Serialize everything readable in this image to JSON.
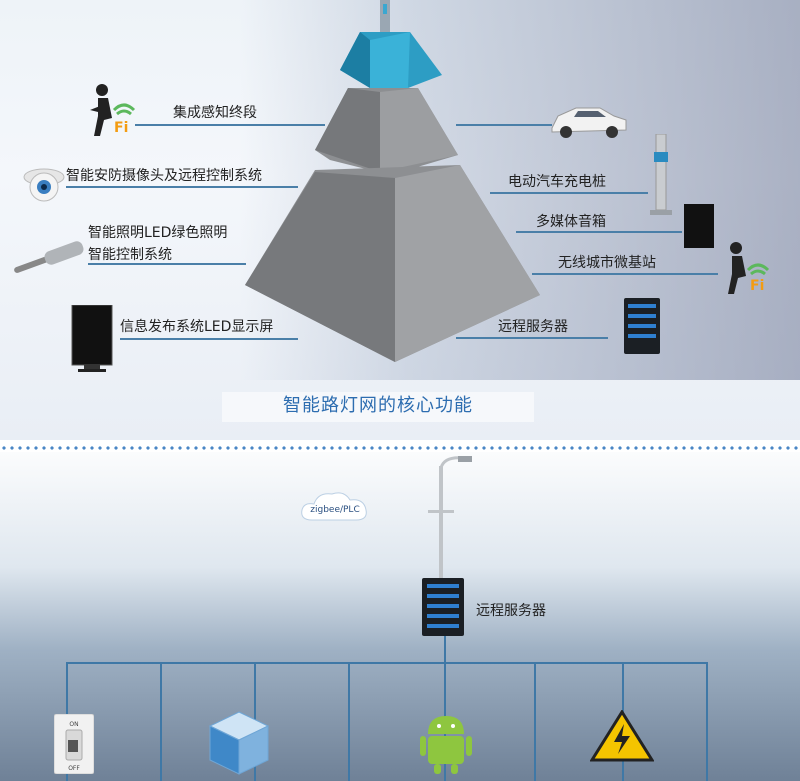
{
  "top": {
    "pyramid_labels_left": [
      "集成感知终段",
      "智能安防摄像头及远程控制系统",
      "智能照明LED绿色照明",
      "智能控制系统",
      "信息发布系统LED显示屏"
    ],
    "pyramid_labels_right": [
      "电动汽车充电桩",
      "多媒体音箱",
      "无线城市微基站",
      "远程服务器"
    ],
    "wifi_text": "Fi",
    "title": "智能路灯网的核心功能"
  },
  "bottom": {
    "cloud_label": "zigbee/PLC",
    "server_label": "远程服务器",
    "switch_on": "ON",
    "switch_off": "OFF"
  },
  "colors": {
    "accent_blue": "#2d6db0",
    "line_blue": "#3f78a6",
    "pyramid_top": "#2a9bc0",
    "pyramid_gray": "#8a8c8f"
  }
}
